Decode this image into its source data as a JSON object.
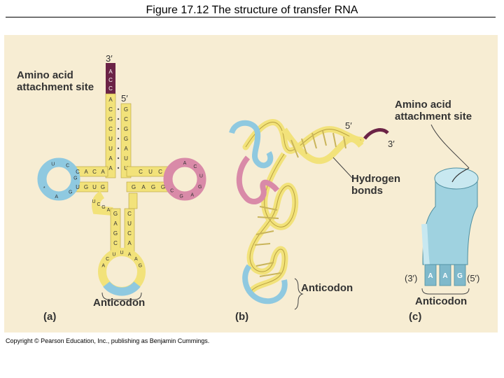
{
  "title": "Figure 17.12  The structure of transfer RNA",
  "copyright": "Copyright © Pearson Education, Inc., publishing as Benjamin Cummings.",
  "panel_a": {
    "label": "(a)",
    "three_prime": "3′",
    "five_prime": "5′",
    "attach_line1": "Amino acid",
    "attach_line2": "attachment site",
    "anticodon_label": "Anticodon",
    "acceptor_tail": [
      "A",
      "C",
      "C"
    ],
    "acceptor_left": [
      "A",
      "C",
      "G",
      "C",
      "U",
      "U",
      "A",
      "A"
    ],
    "acceptor_right": [
      "G",
      "C",
      "G",
      "G",
      "A",
      "U",
      "U"
    ],
    "d_arm_top": [
      "C",
      "A",
      "C",
      "A"
    ],
    "d_arm_bottom": [
      "U",
      "G",
      "U",
      "G"
    ],
    "d_loop": [
      "U",
      "C",
      "G",
      "G",
      "A",
      "*"
    ],
    "t_arm_top": [
      "C",
      "U",
      "C"
    ],
    "t_arm_bottom": [
      "G",
      "A",
      "G",
      "G"
    ],
    "t_loop": [
      "A",
      "C",
      "U",
      "G",
      "A",
      "G",
      "C"
    ],
    "ac_stem_left": [
      "G",
      "A",
      "G",
      "C"
    ],
    "ac_stem_right": [
      "C",
      "U",
      "C",
      "A"
    ],
    "ac_extra": [
      "U",
      "C",
      "G",
      "A"
    ],
    "ac_loop": [
      "A",
      "C",
      "U",
      "U",
      "A",
      "A",
      "G"
    ]
  },
  "panel_b": {
    "label": "(b)",
    "five_prime": "5′",
    "three_prime": "3′",
    "hbond_line1": "Hydrogen",
    "hbond_line2": "bonds",
    "anticodon_label": "Anticodon"
  },
  "panel_c": {
    "label": "(c)",
    "attach_line1": "Amino acid",
    "attach_line2": "attachment site",
    "three_prime": "(3′)",
    "five_prime": "(5′)",
    "anticodon_bases": [
      "A",
      "A",
      "G"
    ],
    "anticodon_label": "Anticodon"
  },
  "colors": {
    "background": "#f7edd3",
    "stem_yellow": "#f2e27a",
    "d_loop_blue": "#8fc9e0",
    "t_loop_pink": "#d98aa8",
    "attach_purple": "#6b2346",
    "cylinder_blue": "#9fd2e0"
  }
}
